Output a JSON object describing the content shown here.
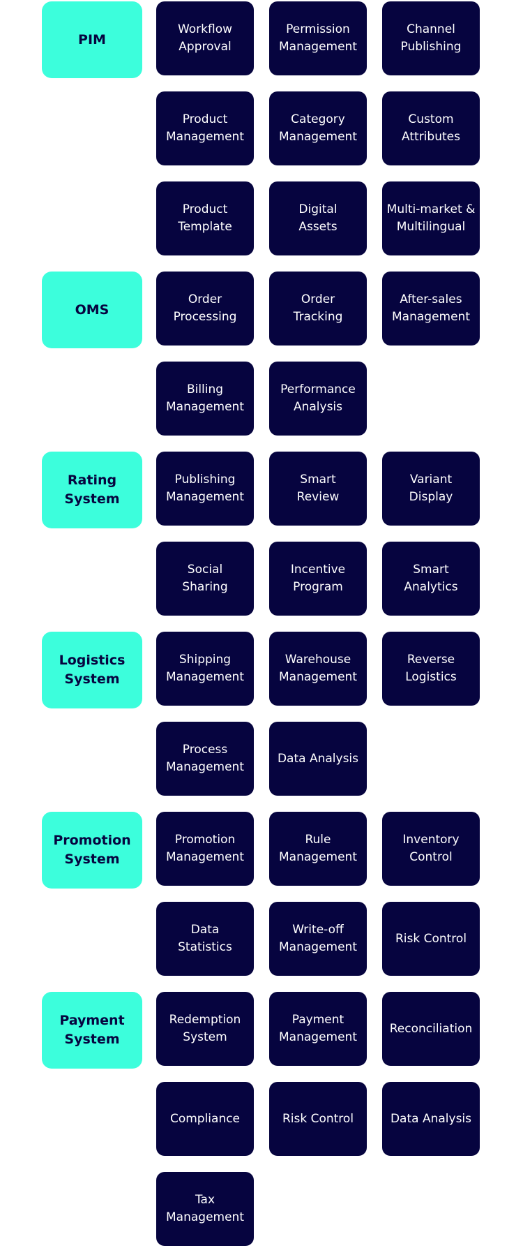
{
  "colors": {
    "system_bg": "#3cfedc",
    "system_text": "#06043f",
    "feature_bg": "#06043f",
    "feature_text": "#ffffff",
    "page_bg": "#ffffff"
  },
  "systems": [
    {
      "label": "PIM",
      "features": [
        "Workflow\nApproval",
        "Permission\nManagement",
        "Channel\nPublishing",
        "Product\nManagement",
        "Category\nManagement",
        "Custom\nAttributes",
        "Product\nTemplate",
        "Digital\nAssets",
        "Multi-market &\nMultilingual"
      ]
    },
    {
      "label": "OMS",
      "features": [
        "Order\nProcessing",
        "Order\nTracking",
        "After-sales\nManagement",
        "Billing\nManagement",
        "Performance\nAnalysis"
      ]
    },
    {
      "label": "Rating\nSystem",
      "features": [
        "Publishing\nManagement",
        "Smart\nReview",
        "Variant\nDisplay",
        "Social\nSharing",
        "Incentive\nProgram",
        "Smart\nAnalytics"
      ]
    },
    {
      "label": "Logistics\nSystem",
      "features": [
        "Shipping\nManagement",
        "Warehouse\nManagement",
        "Reverse\nLogistics",
        "Process\nManagement",
        "Data Analysis"
      ]
    },
    {
      "label": "Promotion\nSystem",
      "features": [
        "Promotion\nManagement",
        "Rule\nManagement",
        "Inventory\nControl",
        "Data\nStatistics",
        "Write-off\nManagement",
        "Risk Control"
      ]
    },
    {
      "label": "Payment\nSystem",
      "features": [
        "Redemption\nSystem",
        "Payment\nManagement",
        "Reconciliation",
        "Compliance",
        "Risk Control",
        "Data Analysis",
        "Tax\nManagement"
      ]
    }
  ]
}
